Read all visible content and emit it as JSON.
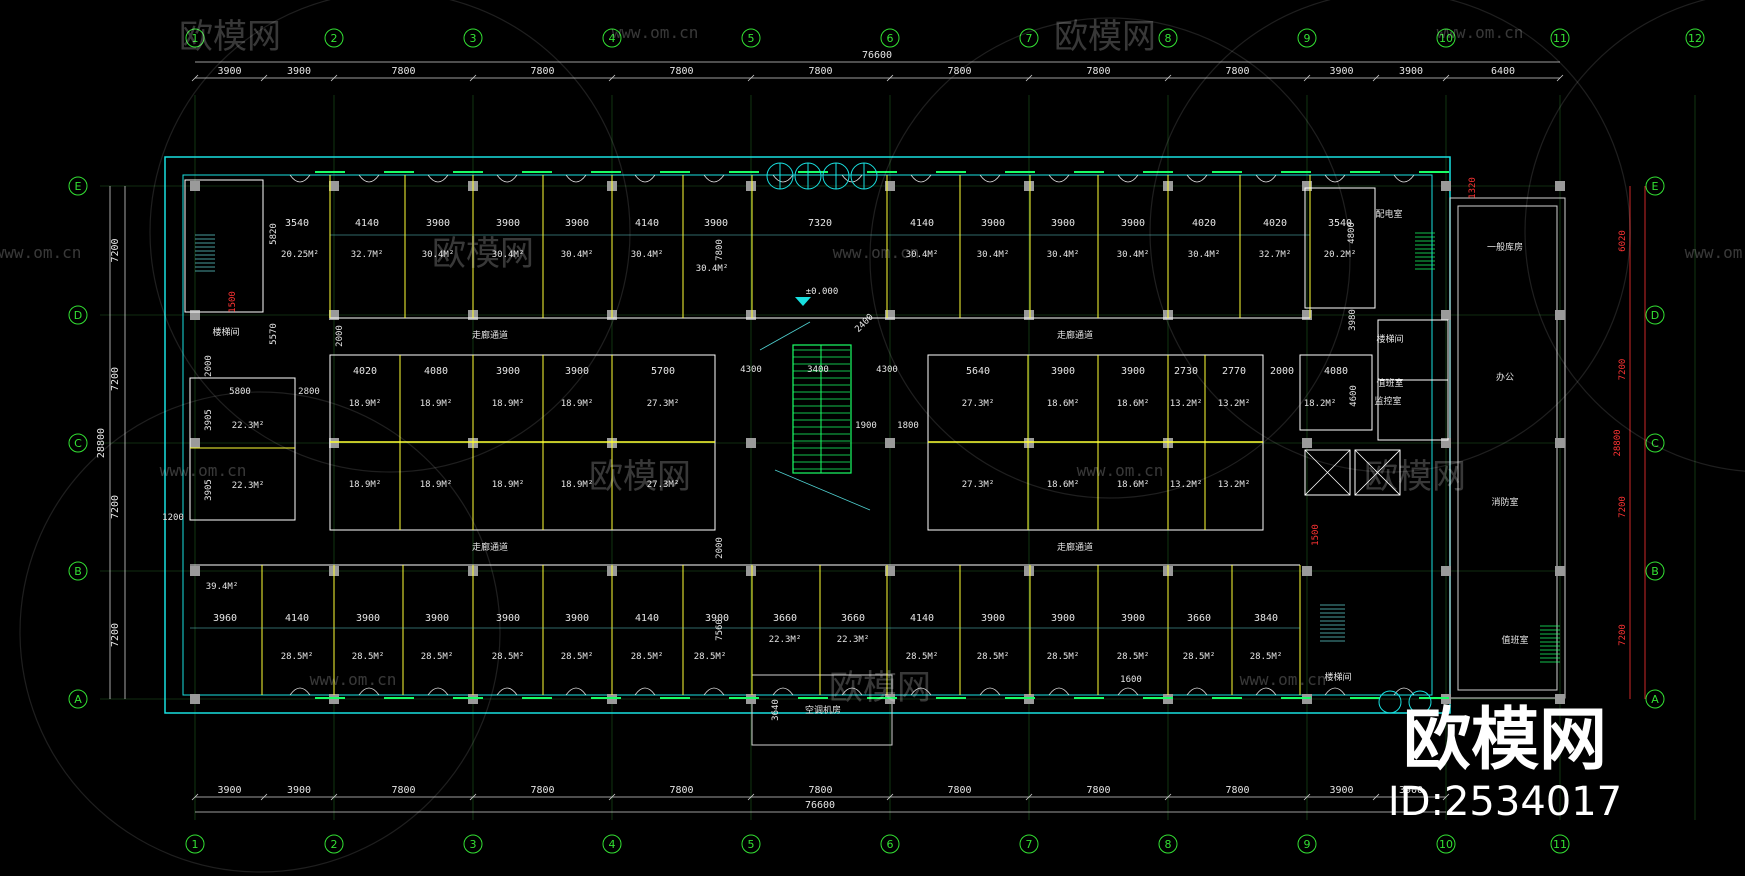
{
  "drawing": {
    "overall_dimension": "76600",
    "top_dimensions": [
      "3900",
      "3900",
      "7800",
      "7800",
      "7800",
      "7800",
      "7800",
      "7800",
      "7800",
      "3900",
      "3900",
      "6400"
    ],
    "bottom_dimensions": [
      "3900",
      "3900",
      "7800",
      "7800",
      "7800",
      "7800",
      "7800",
      "7800",
      "7800",
      "3900",
      "3900"
    ],
    "column_axes": [
      "1",
      "2",
      "3",
      "4",
      "5",
      "6",
      "7",
      "8",
      "9",
      "10",
      "11",
      "12"
    ],
    "row_axes": [
      "E",
      "D",
      "C",
      "B",
      "A"
    ],
    "left_dimensions": [
      "7200",
      "7200",
      "7200",
      "7200"
    ],
    "left_total": "28800",
    "right_dimensions": [
      "6020",
      "7200",
      "7200",
      "7200"
    ],
    "right_total": "28800",
    "elevation_mark": "±0.000",
    "colors": {
      "wall": "#19e0e0",
      "partition": "#ffff33",
      "axis": "#33e033",
      "dimension": "#e6e6e6",
      "red": "#ff3333",
      "stair": "#19ff66"
    }
  },
  "rooms": {
    "north_widths": [
      "3540",
      "4140",
      "3900",
      "3900",
      "3900",
      "4140",
      "3900",
      "7320",
      "4140",
      "3900",
      "3900",
      "3900",
      "4020",
      "4020",
      "3540"
    ],
    "north_areas": [
      "20.25M²",
      "32.7M²",
      "30.4M²",
      "30.4M²",
      "30.4M²",
      "30.4M²",
      "30.4M²",
      "30.4M²",
      "30.4M²",
      "30.4M²",
      "30.4M²",
      "30.4M²",
      "32.7M²",
      "20.2M²"
    ],
    "mid_left_widths": [
      "4020",
      "4080",
      "3900",
      "3900",
      "5700"
    ],
    "mid_left_areas_top": [
      "18.9M²",
      "18.9M²",
      "18.9M²",
      "18.9M²",
      "27.3M²"
    ],
    "mid_left_areas_bottom": [
      "18.9M²",
      "18.9M²",
      "18.9M²",
      "18.9M²",
      "27.3M²"
    ],
    "mid_right_widths": [
      "5640",
      "3900",
      "3900",
      "2730",
      "2770",
      "2000",
      "4080"
    ],
    "mid_right_areas_top": [
      "27.3M²",
      "18.6M²",
      "18.6M²",
      "13.2M²",
      "13.2M²",
      "18.2M²"
    ],
    "mid_right_areas_bottom": [
      "27.3M²",
      "18.6M²",
      "18.6M²",
      "13.2M²",
      "13.2M²"
    ],
    "south_widths": [
      "3960",
      "4140",
      "3900",
      "3900",
      "3900",
      "3900",
      "4140",
      "3900",
      "3660",
      "3660",
      "4140",
      "3900",
      "3900",
      "3900",
      "3660",
      "3840"
    ],
    "south_areas": [
      "28.5M²",
      "28.5M²",
      "28.5M²",
      "28.5M²",
      "28.5M²",
      "28.5M²",
      "28.5M²",
      "22.3M²",
      "22.3M²",
      "28.5M²",
      "28.5M²",
      "28.5M²",
      "28.5M²",
      "28.5M²",
      "28.5M²"
    ],
    "west_areas": [
      "22.3M²",
      "22.3M²",
      "39.4M²"
    ],
    "misc_dims": [
      "5820",
      "5570",
      "2000",
      "5800",
      "2800",
      "3905",
      "3905",
      "1200",
      "4300",
      "3400",
      "4300",
      "2000",
      "7800",
      "7560",
      "2000",
      "2400",
      "1900",
      "1800",
      "3640",
      "1600",
      "3980",
      "1500",
      "4600",
      "1500",
      "4800",
      "1320"
    ],
    "corridor_labels": [
      "走廊通道",
      "走廊通道",
      "走廊通道",
      "走廊通道"
    ],
    "room_labels": [
      "楼梯间",
      "配电室",
      "楼梯间",
      "一般库房",
      "值班室",
      "办公",
      "监控室",
      "消防室",
      "值班室",
      "楼梯间",
      "空调机房"
    ]
  },
  "watermark": {
    "brand": "欧模网",
    "url": "www.om.cn",
    "id": "ID:2534017"
  }
}
